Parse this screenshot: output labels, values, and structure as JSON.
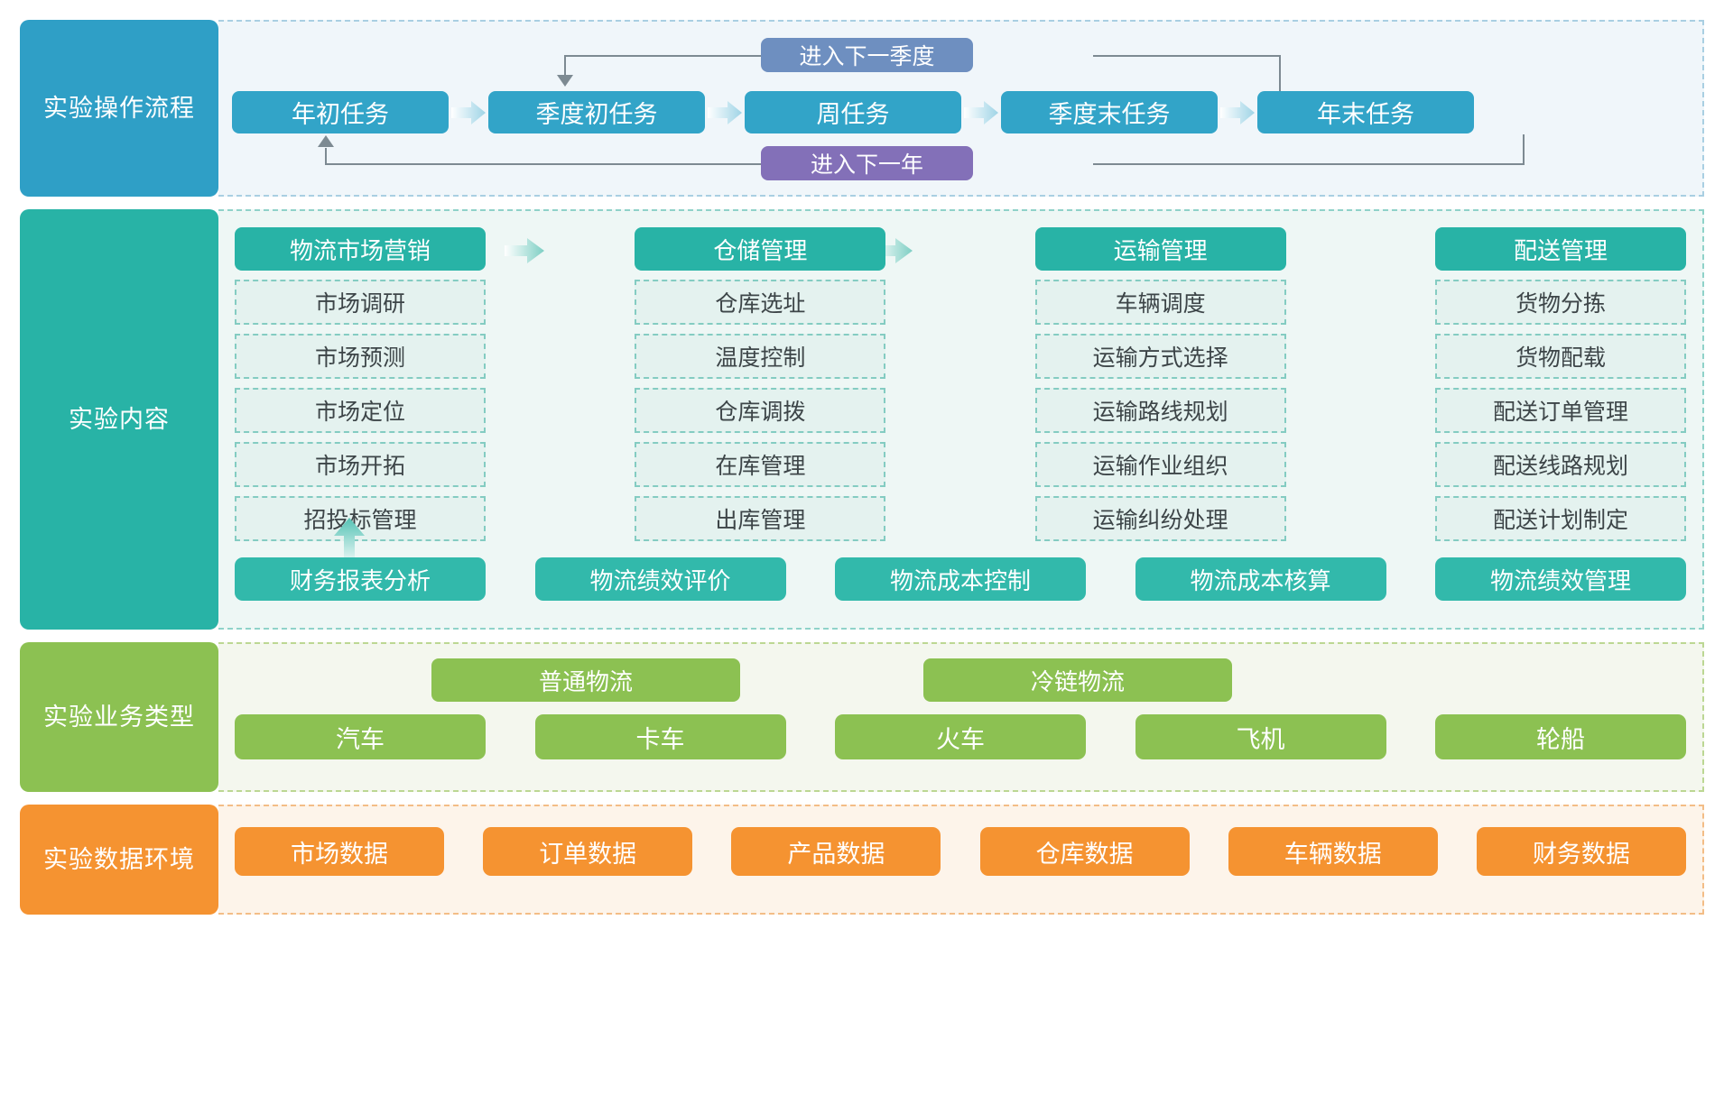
{
  "bands": {
    "flow": {
      "label": "实验操作流程",
      "steps": [
        "年初任务",
        "季度初任务",
        "周任务",
        "季度末任务",
        "年末任务"
      ],
      "loop_quarter": "进入下一季度",
      "loop_year": "进入下一年",
      "colors": {
        "label_bg": "#2f9fc6",
        "box_bg": "#32a4c8",
        "quarter_badge": "#6e8fc0",
        "year_badge": "#8370b8",
        "body_bg": "#f0f6fa"
      }
    },
    "content": {
      "label": "实验内容",
      "columns": [
        {
          "head": "物流市场营销",
          "items": [
            "市场调研",
            "市场预测",
            "市场定位",
            "市场开拓",
            "招投标管理"
          ]
        },
        {
          "head": "仓储管理",
          "items": [
            "仓库选址",
            "温度控制",
            "仓库调拨",
            "在库管理",
            "出库管理"
          ]
        },
        {
          "head": "运输管理",
          "items": [
            "车辆调度",
            "运输方式选择",
            "运输路线规划",
            "运输作业组织",
            "运输纠纷处理"
          ]
        },
        {
          "head": "配送管理",
          "items": [
            "货物分拣",
            "货物配载",
            "配送订单管理",
            "配送线路规划",
            "配送计划制定"
          ]
        }
      ],
      "bottom": [
        "财务报表分析",
        "物流绩效评价",
        "物流成本控制",
        "物流成本核算",
        "物流绩效管理"
      ],
      "colors": {
        "label_bg": "#28b3a6",
        "head_bg": "#28b3a6",
        "item_bg": "#e4f2ef",
        "item_border": "#84ccc2",
        "pill_bg": "#32b9ab",
        "body_bg": "#eef7f5"
      }
    },
    "biztype": {
      "label": "实验业务类型",
      "categories": [
        "普通物流",
        "冷链物流"
      ],
      "vehicles": [
        "汽车",
        "卡车",
        "火车",
        "飞机",
        "轮船"
      ],
      "colors": {
        "label_bg": "#8cc152",
        "pill_bg": "#8cc152",
        "body_bg": "#f4f7ee"
      }
    },
    "dataenv": {
      "label": "实验数据环境",
      "items": [
        "市场数据",
        "订单数据",
        "产品数据",
        "仓库数据",
        "车辆数据",
        "财务数据"
      ],
      "colors": {
        "label_bg": "#f59331",
        "pill_bg": "#f59331",
        "body_bg": "#fdf4ea"
      }
    }
  },
  "icons": {
    "arrow_right": "arrow-right-icon",
    "arrow_up": "arrow-up-icon",
    "arrow_down": "arrow-down-icon"
  }
}
